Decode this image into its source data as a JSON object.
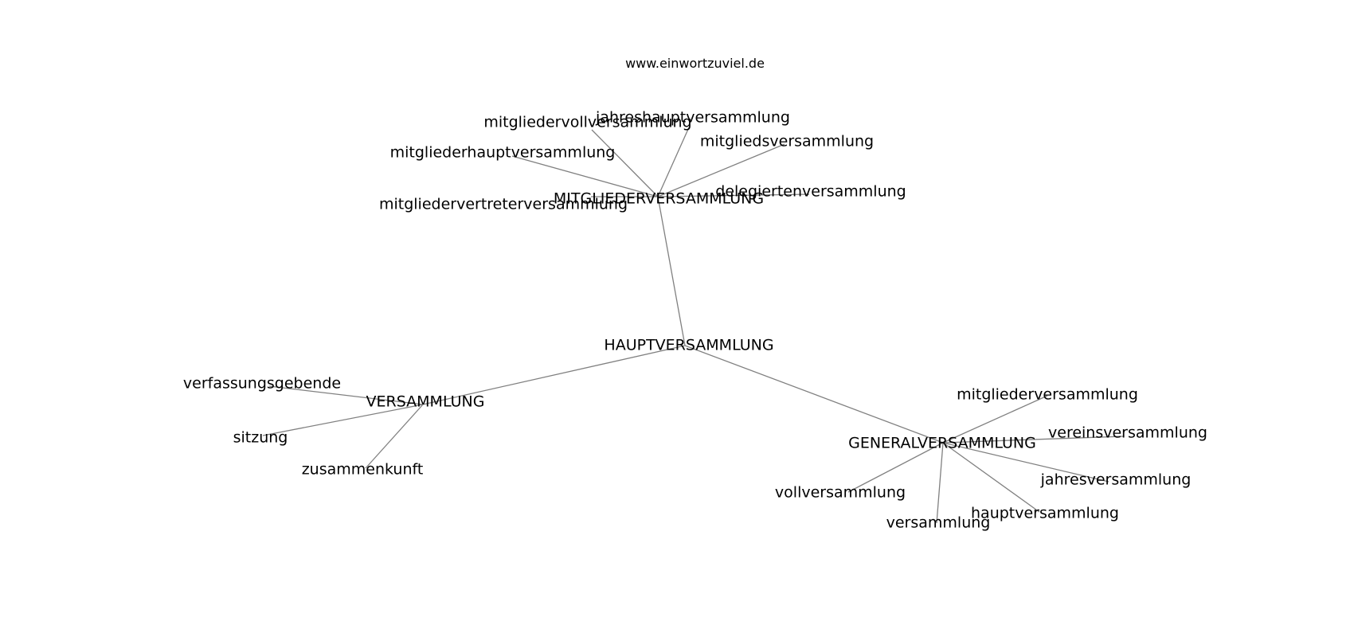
{
  "watermark": "www.einwortzuviel.de",
  "graph": {
    "nodes": [
      {
        "id": "hauptversammlung_root",
        "label": "HAUPTVERSAMMLUNG"
      },
      {
        "id": "mitgliederversammlung_hub",
        "label": "MITGLIEDERVERSAMMLUNG"
      },
      {
        "id": "versammlung_hub",
        "label": "VERSAMMLUNG"
      },
      {
        "id": "generalversammlung_hub",
        "label": "GENERALVERSAMMLUNG"
      },
      {
        "id": "mitgliedervollversammlung",
        "label": "mitgliedervollversammlung"
      },
      {
        "id": "jahreshauptversammlung",
        "label": "jahreshauptversammlung"
      },
      {
        "id": "mitgliedsversammlung",
        "label": "mitgliedsversammlung"
      },
      {
        "id": "mitgliederhauptversammlung",
        "label": "mitgliederhauptversammlung"
      },
      {
        "id": "delegiertenversammlung",
        "label": "delegiertenversammlung"
      },
      {
        "id": "mitgliedervertreterversammlung",
        "label": "mitgliedervertreterversammlung"
      },
      {
        "id": "verfassungsgebende",
        "label": "verfassungsgebende"
      },
      {
        "id": "sitzung",
        "label": "sitzung"
      },
      {
        "id": "zusammenkunft",
        "label": "zusammenkunft"
      },
      {
        "id": "mitgliederversammlung_leaf",
        "label": "mitgliederversammlung"
      },
      {
        "id": "vereinsversammlung",
        "label": "vereinsversammlung"
      },
      {
        "id": "jahresversammlung",
        "label": "jahresversammlung"
      },
      {
        "id": "vollversammlung",
        "label": "vollversammlung"
      },
      {
        "id": "hauptversammlung_leaf",
        "label": "hauptversammlung"
      },
      {
        "id": "versammlung_leaf",
        "label": "versammlung"
      }
    ],
    "edges": [
      [
        "hauptversammlung_root",
        "mitgliederversammlung_hub"
      ],
      [
        "hauptversammlung_root",
        "versammlung_hub"
      ],
      [
        "hauptversammlung_root",
        "generalversammlung_hub"
      ],
      [
        "mitgliederversammlung_hub",
        "mitgliedervollversammlung"
      ],
      [
        "mitgliederversammlung_hub",
        "jahreshauptversammlung"
      ],
      [
        "mitgliederversammlung_hub",
        "mitgliedsversammlung"
      ],
      [
        "mitgliederversammlung_hub",
        "mitgliederhauptversammlung"
      ],
      [
        "mitgliederversammlung_hub",
        "delegiertenversammlung"
      ],
      [
        "mitgliederversammlung_hub",
        "mitgliedervertreterversammlung"
      ],
      [
        "versammlung_hub",
        "verfassungsgebende"
      ],
      [
        "versammlung_hub",
        "sitzung"
      ],
      [
        "versammlung_hub",
        "zusammenkunft"
      ],
      [
        "generalversammlung_hub",
        "mitgliederversammlung_leaf"
      ],
      [
        "generalversammlung_hub",
        "vereinsversammlung"
      ],
      [
        "generalversammlung_hub",
        "jahresversammlung"
      ],
      [
        "generalversammlung_hub",
        "vollversammlung"
      ],
      [
        "generalversammlung_hub",
        "hauptversammlung_leaf"
      ],
      [
        "generalversammlung_hub",
        "versammlung_leaf"
      ]
    ]
  }
}
